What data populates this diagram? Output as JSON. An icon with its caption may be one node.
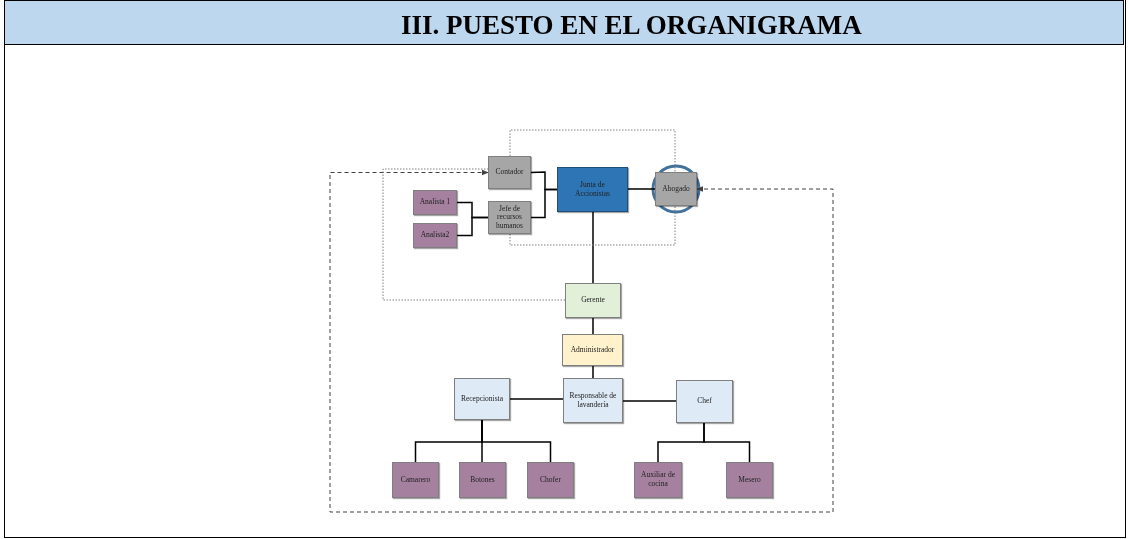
{
  "diagram": {
    "title": "III. PUESTO EN EL ORGANIGRAMA",
    "nodes": [
      {
        "text": [
          "Junta de Accionistas"
        ]
      },
      {
        "text": [
          "Contador"
        ]
      },
      {
        "text": [
          "Jefe de recursos humanos"
        ]
      },
      {
        "text": [
          "Analista 1"
        ]
      },
      {
        "text": [
          "Analista2"
        ]
      },
      {
        "text": [
          "Abogado"
        ]
      },
      {
        "text": [
          "Gerente"
        ]
      },
      {
        "text": [
          "Administrador"
        ]
      },
      {
        "text": [
          "Recepcionista"
        ]
      },
      {
        "text": [
          "Responsable de lavandería"
        ]
      },
      {
        "text": [
          "Chef"
        ]
      },
      {
        "text": [
          "Camarero"
        ]
      },
      {
        "text": [
          "Botones"
        ]
      },
      {
        "text": [
          "Chofer"
        ]
      },
      {
        "text": [
          "Auxiliar de cocina"
        ]
      },
      {
        "text": [
          "Mesero"
        ]
      }
    ],
    "edges": [
      {
        "from": 1,
        "to": 0,
        "arrow": "none"
      },
      {
        "from": 2,
        "to": 0,
        "arrow": "none"
      },
      {
        "from": 3,
        "to": 2,
        "arrow": "none"
      },
      {
        "from": 4,
        "to": 2,
        "arrow": "none"
      },
      {
        "from": 0,
        "to": 5,
        "arrow": "none"
      },
      {
        "from": 0,
        "to": 6,
        "arrow": "none"
      },
      {
        "from": 6,
        "to": 7,
        "arrow": "none"
      },
      {
        "from": 7,
        "to": 9,
        "arrow": "none"
      },
      {
        "from": 9,
        "to": 8,
        "arrow": "none"
      },
      {
        "from": 9,
        "to": 10,
        "arrow": "none"
      },
      {
        "from": 8,
        "to": 11,
        "arrow": "none"
      },
      {
        "from": 8,
        "to": 12,
        "arrow": "none"
      },
      {
        "from": 8,
        "to": 13,
        "arrow": "none"
      },
      {
        "from": 10,
        "to": 14,
        "arrow": "none"
      },
      {
        "from": 10,
        "to": 15,
        "arrow": "none"
      },
      {
        "from": 6,
        "to": 1,
        "arrow": "none",
        "style": "dashed",
        "color": "#808080"
      },
      {
        "from": 1,
        "to": 5,
        "arrow": "none",
        "style": "dashed",
        "color": "#808080"
      },
      {
        "from": 2,
        "to": 5,
        "arrow": "none",
        "style": "dashed",
        "color": "#808080"
      },
      {
        "from": 5,
        "to": 1,
        "arrow": "both",
        "style": "dashed",
        "color": "#404040"
      }
    ]
  }
}
